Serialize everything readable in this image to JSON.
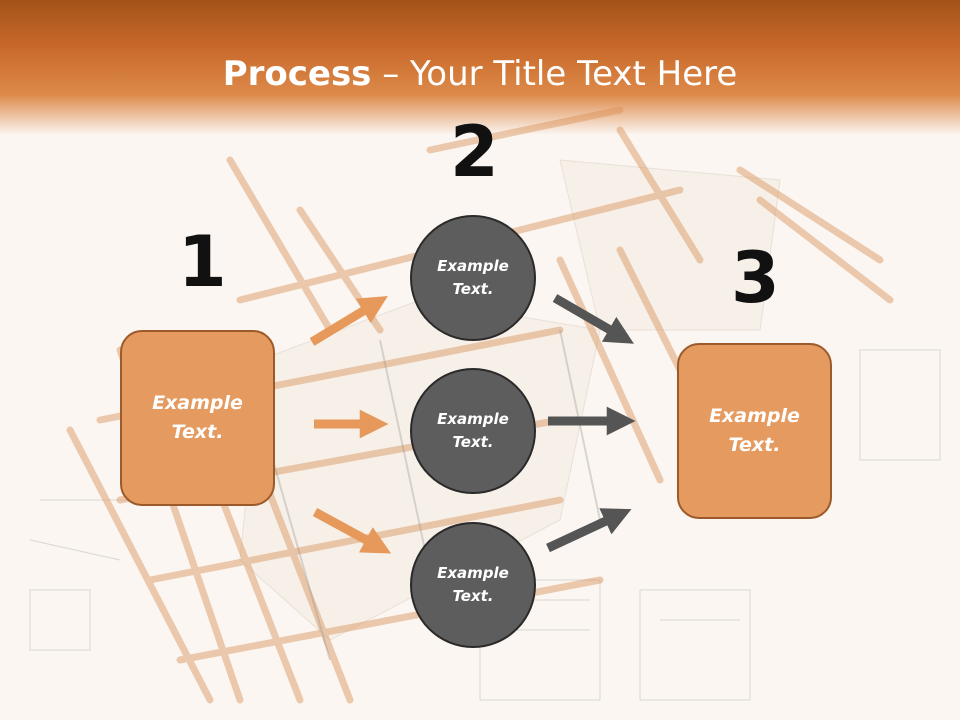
{
  "title": {
    "bold": "Process",
    "rest": " – Your Title Text Here"
  },
  "steps": {
    "one": "1",
    "two": "2",
    "three": "3"
  },
  "boxes": {
    "left": "Example\nText.",
    "right": "Example\nText."
  },
  "circles": {
    "top": "Example\nText.",
    "middle": "Example\nText.",
    "bottom": "Example\nText."
  },
  "colors": {
    "accent_orange": "#e59a5f",
    "header_orange": "#c8692a",
    "circle_gray": "#5d5d5d",
    "arrow_gray": "#555555"
  }
}
